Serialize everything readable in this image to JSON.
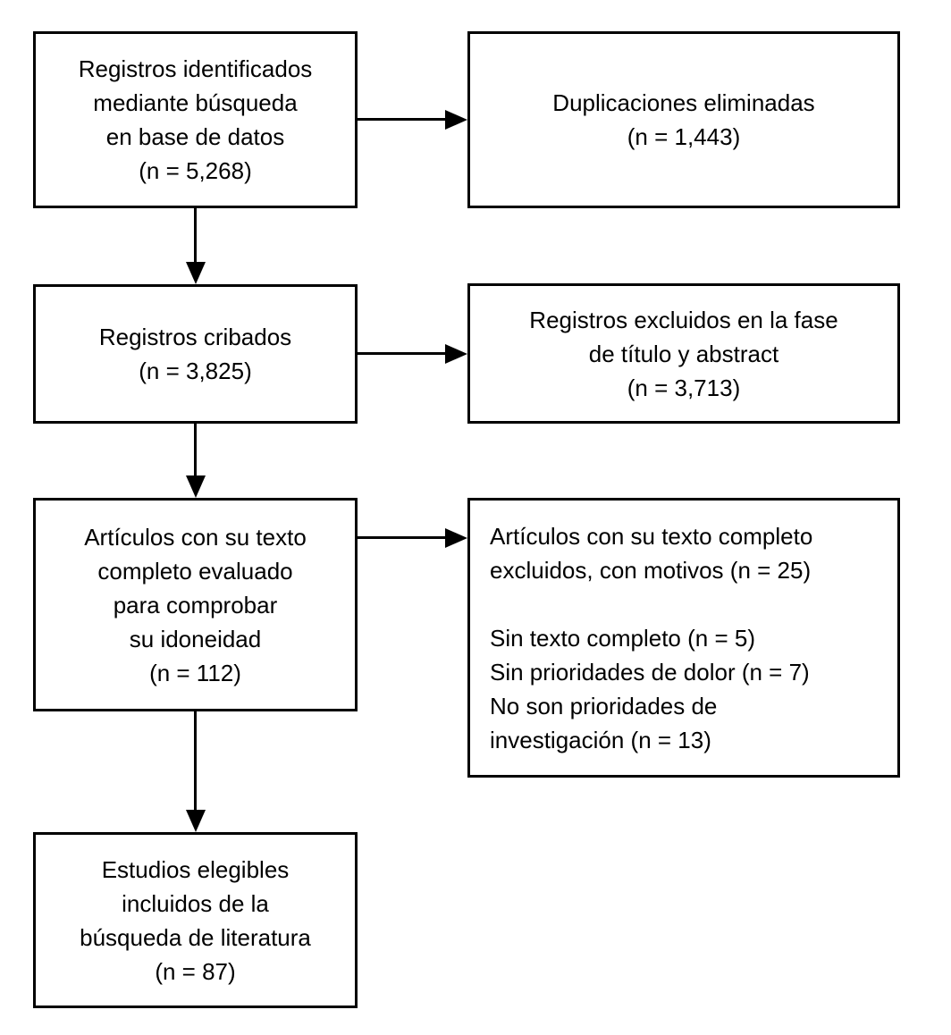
{
  "diagram": {
    "type": "flowchart",
    "language": "es",
    "colors": {
      "background": "#ffffff",
      "line": "#000000",
      "text": "#000000"
    },
    "nodes": {
      "identified": {
        "text": "Registros identificados\nmediante búsqueda\nen base de datos\n(n = 5,268)",
        "n": "5,268"
      },
      "duplicates_removed": {
        "text": "Duplicaciones eliminadas\n(n = 1,443)",
        "n": "1,443"
      },
      "screened": {
        "text": "Registros cribados\n(n = 3,825)",
        "n": "3,825"
      },
      "excluded_title_abstract": {
        "text": "Registros excluidos en la fase\nde título y abstract\n(n = 3,713)",
        "n": "3,713"
      },
      "fulltext_assessed": {
        "text": "Artículos con su texto\ncompleto evaluado\npara comprobar\nsu idoneidad\n(n = 112)",
        "n": "112"
      },
      "fulltext_excluded": {
        "text": "Artículos con su texto completo\nexcluidos, con motivos (n = 25)\n\nSin texto completo (n = 5)\nSin prioridades de dolor (n = 7)\nNo son prioridades de\ninvestigación (n = 13)",
        "n": "25",
        "reasons": [
          {
            "label": "Sin texto completo",
            "n": "5"
          },
          {
            "label": "Sin prioridades de dolor",
            "n": "7"
          },
          {
            "label": "No son prioridades de investigación",
            "n": "13"
          }
        ]
      },
      "included": {
        "text": "Estudios elegibles\nincluidos de la\nbúsqueda de literatura\n(n = 87)",
        "n": "87"
      }
    }
  }
}
